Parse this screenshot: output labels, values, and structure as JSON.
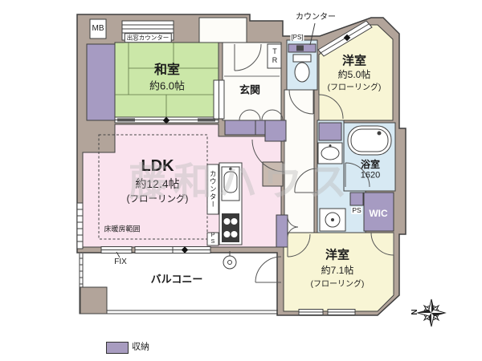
{
  "watermark": "藤和ハウス",
  "plan": {
    "rooms": {
      "washitsu": {
        "name": "和室",
        "size": "約6.0帖"
      },
      "ldk": {
        "name": "LDK",
        "size": "約12.4帖",
        "floor_type": "(フローリング)",
        "floor_heating_label": "床暖房範囲"
      },
      "western_5": {
        "name": "洋室",
        "size": "約5.0帖",
        "floor_type": "(フローリング)"
      },
      "western_7": {
        "name": "洋室",
        "size": "約7.1帖",
        "floor_type": "(フローリング)"
      },
      "bathroom": {
        "name": "浴室",
        "size": "1620"
      },
      "entrance": {
        "name": "玄関"
      },
      "balcony": {
        "name": "バルコニー"
      }
    },
    "labels": {
      "meter_box": "MB",
      "bay_window_counter": "出窓カウンター",
      "toilet_counter": "カウンター",
      "pipe_space_toilet": "[PS]",
      "trunk_room": "TR",
      "kitchen_counter": "カウンター",
      "kitchen_pipe_space": "PS",
      "wash_pipe_space": "PS",
      "walk_in_closet": "WIC",
      "fixed_window": "FIX"
    },
    "compass": {
      "north": "N"
    },
    "legend": {
      "swatch_label": "収納"
    },
    "colors": {
      "wall": "#b2a49a",
      "tatami_green": "#cbe7a8",
      "ldk_pink": "#fae3ee",
      "western_cream": "#f8f5d5",
      "water_blue": "#d7e9f3",
      "storage_purple": "#a69bc2",
      "floor_white": "#fdfcf8"
    }
  }
}
